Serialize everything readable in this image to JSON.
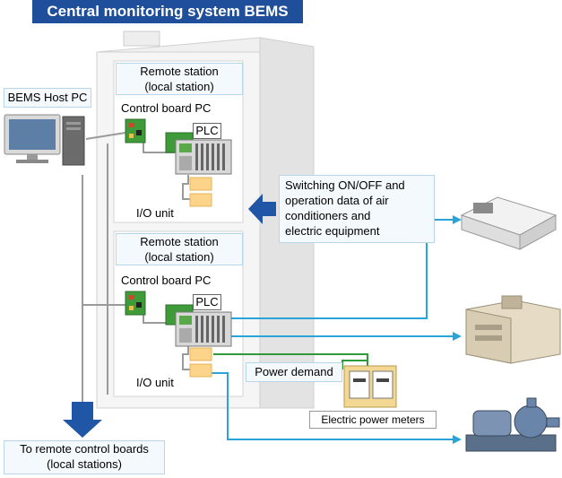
{
  "title": "Central monitoring system BEMS",
  "host_pc": {
    "label": "BEMS Host PC"
  },
  "stations": [
    {
      "header_line1": "Remote station",
      "header_line2": "(local station)",
      "control_board": "Control board PC",
      "plc": "PLC",
      "io_unit": "I/O unit"
    },
    {
      "header_line1": "Remote station",
      "header_line2": "(local station)",
      "control_board": "Control board PC",
      "plc": "PLC",
      "io_unit": "I/O unit"
    }
  ],
  "callout": {
    "line1": "Switching ON/OFF and",
    "line2": "operation data of air",
    "line3": "conditioners and",
    "line4": "electric equipment"
  },
  "power_demand": "Power demand",
  "power_meters": "Electric power meters",
  "remote_boards": {
    "line1": "To remote control boards",
    "line2": "(local stations)"
  },
  "colors": {
    "title_bg": "#1f4e9a",
    "arrow_blue": "#1f56a5",
    "signal_line": "#2aa3d9",
    "power_line": "#2e9a3a",
    "gray_line": "#9a9a9a",
    "box_border": "#b7d6ea",
    "box_bg": "#f3f9fd"
  }
}
